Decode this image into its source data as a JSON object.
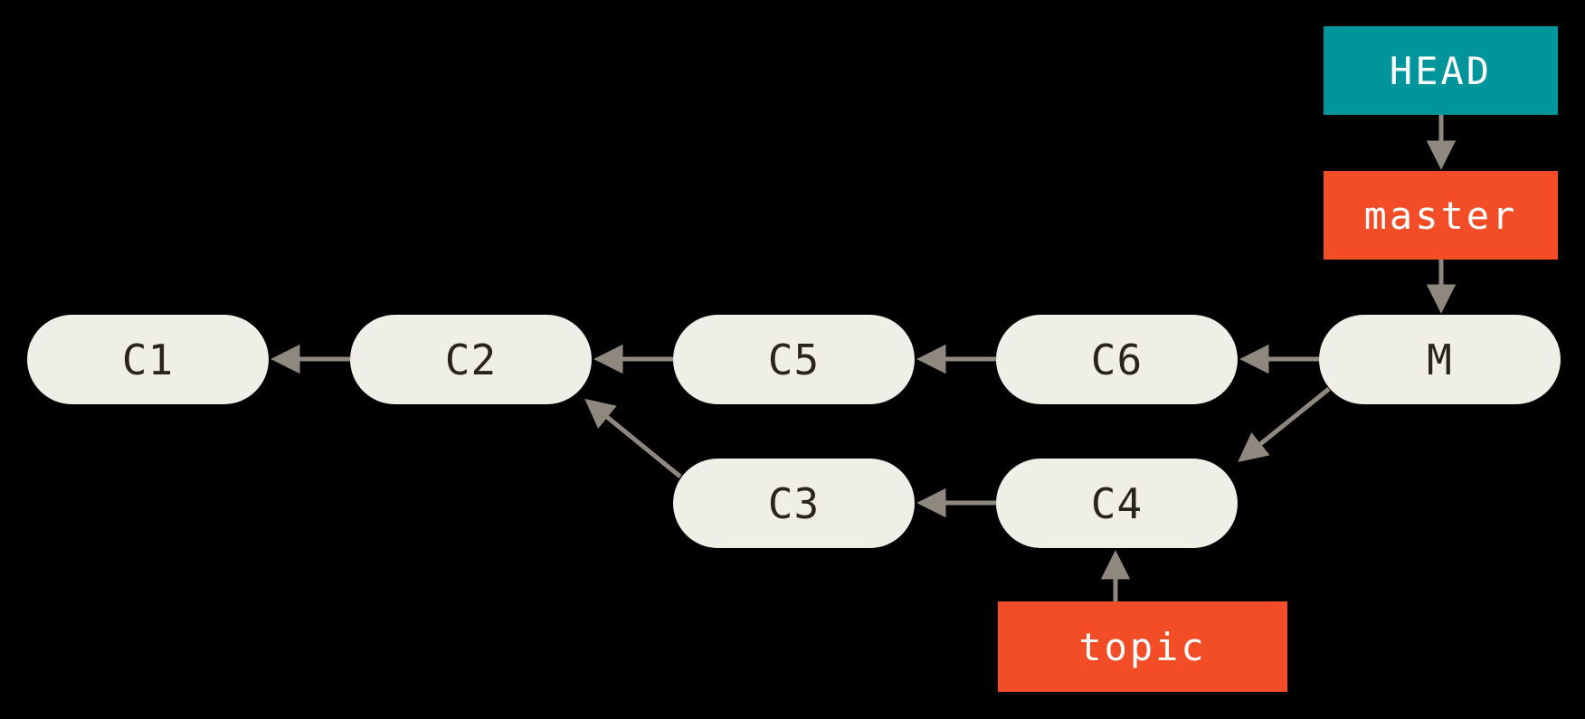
{
  "diagram": {
    "title": "git commit graph with merge commit",
    "background": "#000000",
    "colors": {
      "head_box": "#00949b",
      "branch_box": "#f24d27",
      "commit_pill": "#f0efe7",
      "arrow": "#8f887f",
      "commit_text": "#29241e",
      "ref_text": "#ffffff"
    },
    "nodes": {
      "c1": {
        "label": "C1"
      },
      "c2": {
        "label": "C2"
      },
      "c3": {
        "label": "C3"
      },
      "c4": {
        "label": "C4"
      },
      "c5": {
        "label": "C5"
      },
      "c6": {
        "label": "C6"
      },
      "m": {
        "label": "M"
      }
    },
    "refs": {
      "head": {
        "label": "HEAD"
      },
      "master": {
        "label": "master"
      },
      "topic": {
        "label": "topic"
      }
    },
    "edges": [
      {
        "from": "C2",
        "to": "C1"
      },
      {
        "from": "C5",
        "to": "C2"
      },
      {
        "from": "C6",
        "to": "C5"
      },
      {
        "from": "M",
        "to": "C6"
      },
      {
        "from": "C4",
        "to": "C3"
      },
      {
        "from": "C3",
        "to": "C2"
      },
      {
        "from": "M",
        "to": "C4"
      },
      {
        "from": "HEAD",
        "to": "master"
      },
      {
        "from": "master",
        "to": "M"
      },
      {
        "from": "topic",
        "to": "C4"
      }
    ]
  }
}
